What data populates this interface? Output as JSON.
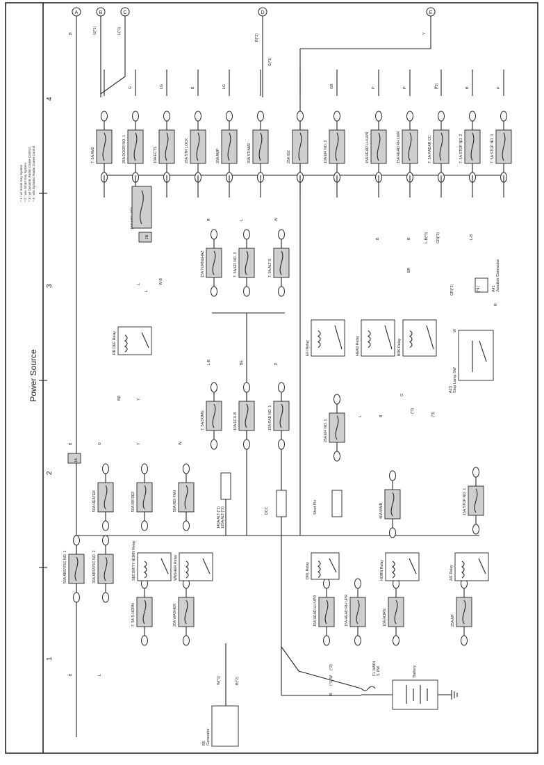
{
  "page": {
    "title": "Power Source",
    "notes": [
      "* 1 : w/ Smart Key System",
      "* 2 : w/o Smart Key System",
      "* 3 : w/ Dynamic Radar Cruise Control",
      "* 4 : w/o Dynamic Radar Cruise Control"
    ],
    "grid_numbers": [
      "1",
      "2",
      "3",
      "4"
    ]
  },
  "connectors": [
    "A",
    "B",
    "C",
    "D",
    "E"
  ],
  "top_row": {
    "fuses": [
      "7. 5A AM2",
      "25A DOOR NO. 1",
      "10A ECTS",
      "25A STR LOCK",
      "30A AMP",
      "30A ST/AM2",
      "25A IG2",
      "10A EFI NO. 2",
      "15A HEAD LH LWR",
      "15A HEAD RH LWR",
      "7. 5A RADAR CC",
      "7. 5A STOP NO. 2",
      "7. 5A STOP NO. 3"
    ],
    "wire_colors": [
      "G",
      "LG",
      "B",
      "LG",
      "GR",
      "P",
      "P",
      "V",
      "B",
      "P",
      "(*3)"
    ],
    "lower_wire_colors": [
      "B",
      "B",
      "L-B(*3)",
      "GR(*3)",
      "L-B",
      "(*4)",
      "R",
      "BR",
      "GR(*3)",
      "W"
    ],
    "top_wire_labels": [
      "B",
      "G(*1)",
      "L(*1)",
      "B(*2)",
      "G(*1)",
      "Y"
    ]
  },
  "mid_column": {
    "fuses": [
      "15A TURN&HAZ",
      "7. 5A EFI NO. 3",
      "7. 5A ALT-S",
      "7. 5A DOME",
      "10A ECU-B",
      "15A RAD NO. 1",
      "25A EFI NO. 1",
      "40A MAIN",
      "15A STOP NO. 1",
      "140A ALT (*1)",
      "120A ALT (*2)"
    ],
    "wire_colors": [
      "R",
      "L",
      "W",
      "L-B",
      "BE",
      "P"
    ],
    "misc_labels": [
      "DCC",
      "Short Pin",
      "10A MIR HTR",
      "L",
      "G",
      "(*3)",
      "L",
      "B",
      "(*3)"
    ]
  },
  "left_column": {
    "fuses": [
      "50A ABS/VSC NO. 1",
      "30A ABS/VSC NO. 2",
      "50A HEATER",
      "50A RR DEF",
      "50A RDI FAN",
      "7. 5A S-HORN",
      "20A WASHER",
      "15A HEAD LH UPR",
      "15A HEAD RH UPR",
      "10A HORN",
      "25A A/F"
    ],
    "wire_colors": [
      "B",
      "L",
      "G",
      "Y",
      "W",
      "BR",
      "Y",
      "L",
      "W-B",
      "B",
      "W(*1)",
      "B(*2)"
    ]
  },
  "relays": [
    "RR DEF Relay",
    "EFI Relay",
    "HEAD Relay",
    "BRK Relay",
    "SECURITY HORN Relay",
    "WASHER Relay",
    "DRL Relay",
    "HORN Relay",
    "A/F Relay"
  ],
  "components": {
    "junction_id": "A41",
    "junction_name": "Junction Connector",
    "stop_sw_id": "A23",
    "stop_sw_name": "Stop Lamp SW",
    "generator_id": "B5",
    "generator_name": "Generator",
    "battery": "Battery",
    "fl_main": "FL MAIN",
    "fl_main_size": "3. 0W",
    "fl_wire_b": "B",
    "fl_wire_b_code": "(*1)",
    "fl_wire_w": "W",
    "fl_wire_w_code": "(*2)",
    "terminal_1a": "1A",
    "terminal_1b": "1B"
  }
}
